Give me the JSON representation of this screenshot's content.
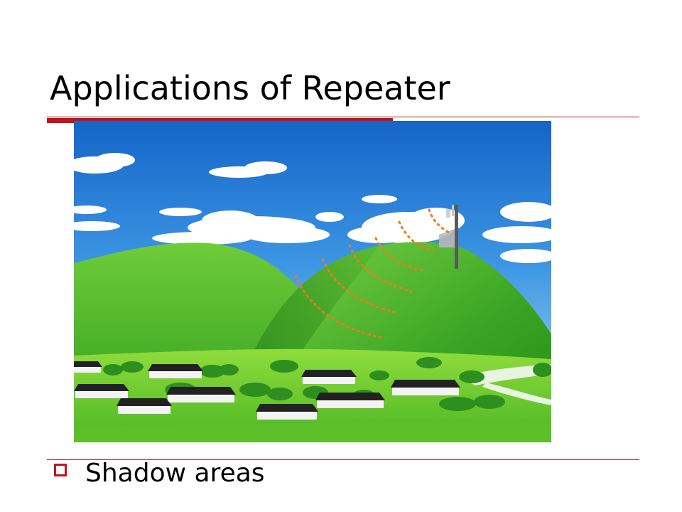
{
  "slide": {
    "title": "Applications of Repeater",
    "bullets": [
      {
        "text": "Shadow areas"
      }
    ],
    "accent_color": "#c0141a"
  },
  "illustration": {
    "subject": "repeater-tower-on-hill",
    "icons": [
      "cloud-icon",
      "hill-icon",
      "tower-icon",
      "signal-wave-icon",
      "house-icon",
      "tree-icon",
      "road-icon"
    ]
  }
}
